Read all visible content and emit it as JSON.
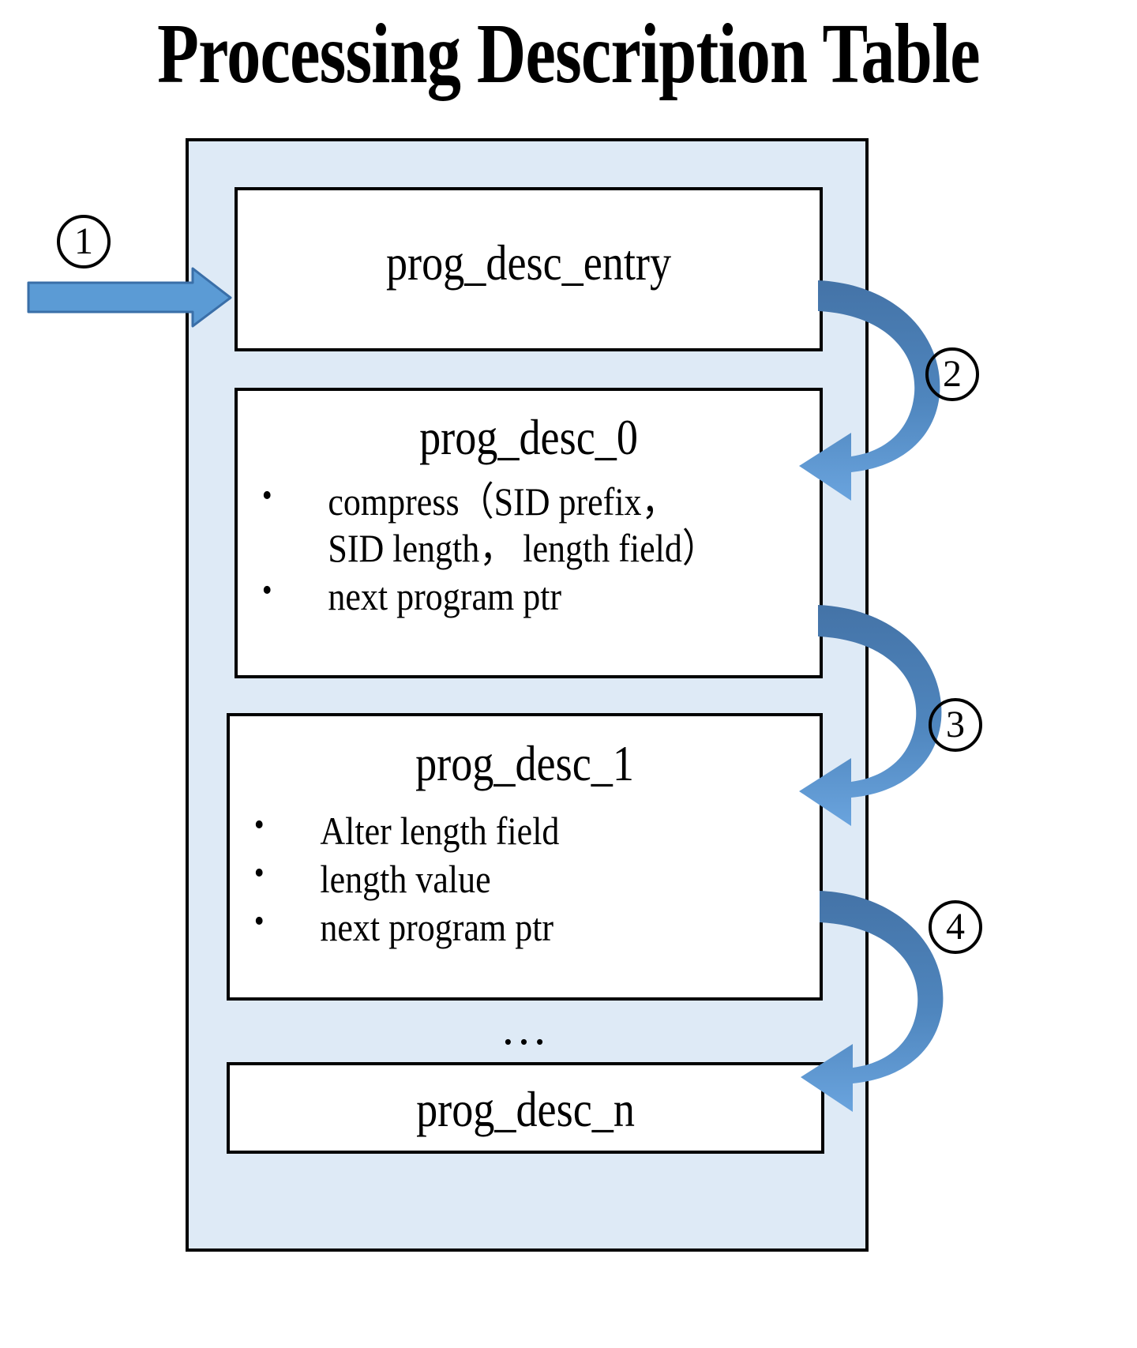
{
  "page": {
    "title": "Processing Description Table",
    "background_color": "#FFFFFF"
  },
  "colors": {
    "container_fill": "#DEEAF6",
    "box_fill": "#FFFFFF",
    "outline": "#000000",
    "arrow_light": "#5B9BD5",
    "arrow_dark": "#4473A7"
  },
  "steps": [
    {
      "id": "1",
      "label": "①",
      "number": "1"
    },
    {
      "id": "2",
      "label": "②",
      "number": "2"
    },
    {
      "id": "3",
      "label": "③",
      "number": "3"
    },
    {
      "id": "4",
      "label": "④",
      "number": "4"
    }
  ],
  "table": {
    "entries": [
      {
        "key": "entry",
        "title": "prog_desc_entry",
        "bullets": []
      },
      {
        "key": "desc0",
        "title": "prog_desc_0",
        "bullets": [
          "compress（SID prefix，\nSID length， length field）",
          "next program ptr"
        ]
      },
      {
        "key": "desc1",
        "title": "prog_desc_1",
        "bullets": [
          "Alter length field",
          "length value",
          "next program ptr"
        ]
      },
      {
        "key": "descn",
        "title": "prog_desc_n",
        "bullets": []
      }
    ],
    "ellipsis": "…"
  }
}
